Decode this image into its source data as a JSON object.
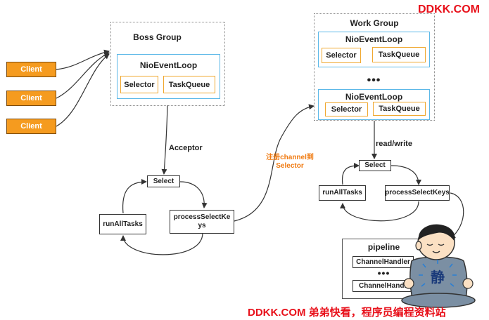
{
  "watermark_top": "DDKK.COM",
  "watermark_bottom": "DDKK.COM 弟弟快看，程序员编程资料站",
  "clients": [
    "Client",
    "Client",
    "Client"
  ],
  "boss_group": {
    "title": "Boss Group",
    "loop": {
      "title": "NioEventLoop",
      "selector": "Selector",
      "queue": "TaskQueue"
    }
  },
  "work_group": {
    "title": "Work Group",
    "loop1": {
      "title": "NioEventLoop",
      "selector": "Selector",
      "queue": "TaskQueue"
    },
    "ellipsis": "•••",
    "loop2": {
      "title": "NioEventLoop",
      "selector": "Selector",
      "queue": "TaskQueue"
    }
  },
  "acceptor_label": "Acceptor",
  "register_label": "注册channel到\nSelector",
  "read_write_label": "read/write",
  "boss_cycle": {
    "select": "Select",
    "run": "runAllTasks",
    "process": "processSelectKeys"
  },
  "work_cycle": {
    "select": "Select",
    "run": "runAllTasks",
    "process": "processSelectKeys"
  },
  "pipeline": {
    "title": "pipeline",
    "handler1": "ChannelHandler",
    "ellipsis": "•••",
    "handler2": "ChannelHandler"
  },
  "mascot_char": "静"
}
